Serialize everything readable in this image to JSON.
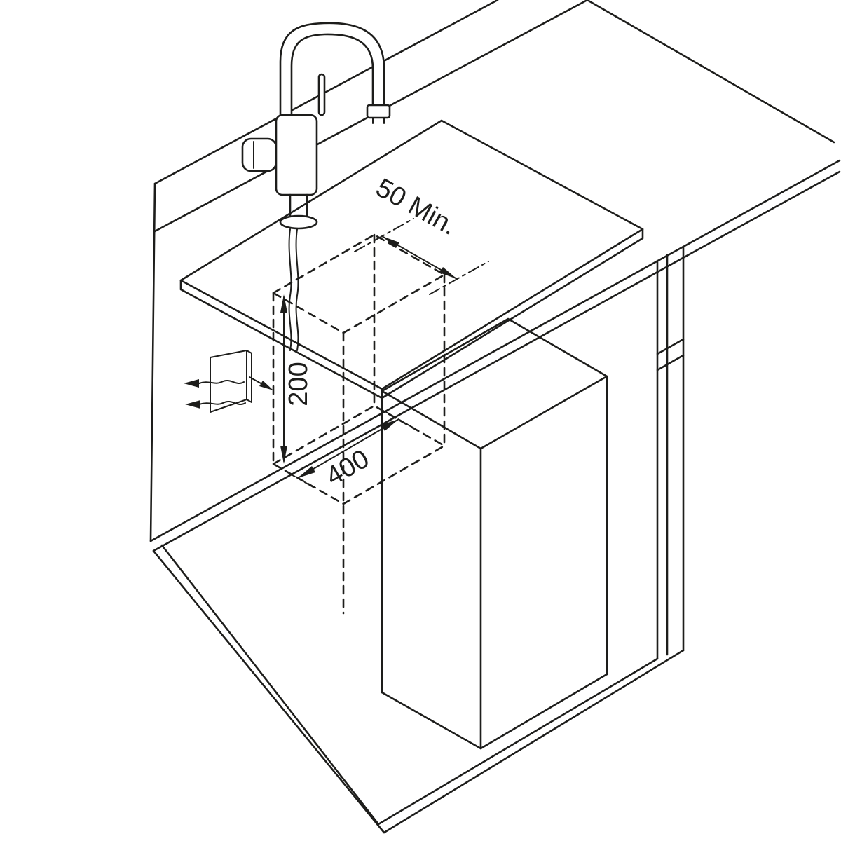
{
  "canvas": {
    "bg": "#ffffff",
    "line_color": "#1d1d1b"
  },
  "diagram": {
    "title": "Kitchen tap with under-sink tank installation clearance drawing",
    "labels": {
      "min_clearance": "50 Min.",
      "height_clearance": "200",
      "width_clearance": "400"
    },
    "parts": [
      "faucet",
      "countertop",
      "sink-cutout",
      "hose-lines",
      "clearance-zone",
      "tank-unit",
      "ventilation-icon",
      "cabinet"
    ]
  }
}
